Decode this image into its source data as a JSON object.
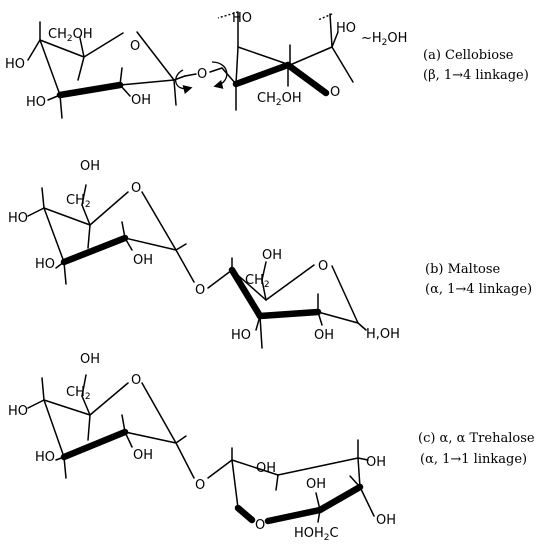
{
  "captions": {
    "a_line1": "(a) Cellobiose",
    "a_line2": "(β, 1→4 linkage)",
    "b_line1": "(b) Maltose",
    "b_line2": "(α, 1→4 linkage)",
    "c_line1": "(c) α, α Trehalose",
    "c_line2": "(α, 1→1 linkage)"
  },
  "atoms": {
    "ho": "HO",
    "oh": "OH",
    "o": "O",
    "ch2": "CH",
    "two": "2",
    "ch2oh_main": "CH",
    "ch2oh_tail": "OH",
    "water": "~H",
    "water_tail": "OH",
    "hoh2c_main": "HOH",
    "hoh2c_tail": "C",
    "h_oh": "H,OH"
  }
}
